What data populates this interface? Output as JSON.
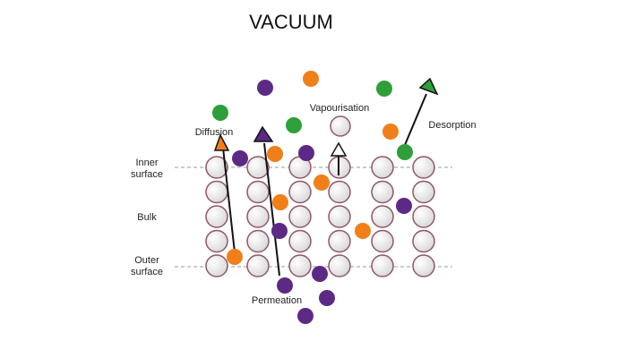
{
  "title": "VACUUM",
  "labels": {
    "inner_surface": "Inner\nsurface",
    "bulk": "Bulk",
    "outer_surface": "Outer\nsurface",
    "diffusion": "Diffusion",
    "vapourisation": "Vapourisation",
    "desorption": "Desorption",
    "permeation": "Permeation"
  },
  "colors": {
    "lattice_fill": "#e9e9e9",
    "lattice_stroke": "#8e5a67",
    "purple": "#5c2a86",
    "orange": "#f07f1a",
    "green": "#2e9f3a",
    "arrow": "#111111"
  },
  "lattice": {
    "columns": 6,
    "rows": 5
  }
}
